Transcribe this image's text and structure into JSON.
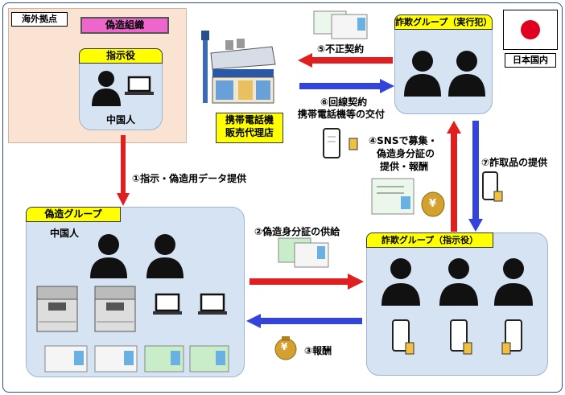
{
  "overseas": {
    "title": "海外拠点",
    "org_label": "偽造組織",
    "role_label": "指示役",
    "person_label": "中国人"
  },
  "shop": {
    "line1": "携帯電話機",
    "line2": "販売代理店"
  },
  "fraud_exec": {
    "title": "詐欺グループ（実行犯）"
  },
  "japan": {
    "label": "日本国内"
  },
  "forgery": {
    "title": "偽造グループ",
    "nationality": "中国人"
  },
  "fraud_cmd": {
    "title": "詐欺グループ（指示役）"
  },
  "flows": {
    "s1": "①指示・偽造用データ提供",
    "s2": "②偽造身分証の供給",
    "s3": "③報酬",
    "s4_l1": "④SNSで募集・",
    "s4_l2": "偽造身分証の",
    "s4_l3": "提供・報酬",
    "s5": "⑤不正契約",
    "s6_l1": "⑥回線契約",
    "s6_l2": "携帯電話機等の交付",
    "s7": "⑦詐取品の提供"
  },
  "icons": {
    "yen": "¥"
  },
  "colors": {
    "red_arrow": "#e02020",
    "blue_arrow": "#3344dd",
    "panel_blue": "#d5e3f2",
    "panel_peach": "#fbe3d3",
    "label_yellow": "#ffff00",
    "org_magenta": "#ee66cc"
  }
}
